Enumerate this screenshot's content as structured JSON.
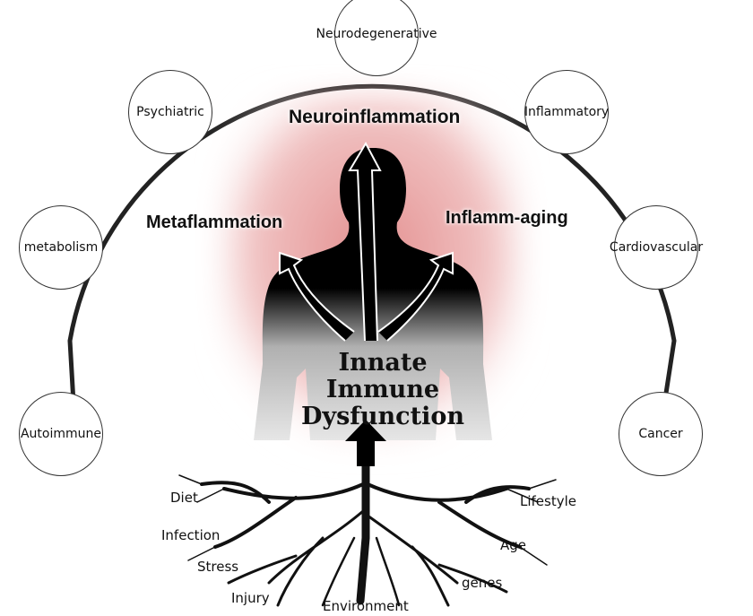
{
  "diseases": [
    "Neurodegenerative",
    "Psychiatric",
    "Inflammatory",
    "metabolism",
    "Cardiovascular",
    "Autoimmune",
    "Cancer"
  ],
  "pathways": {
    "top": "Neuroinflammation",
    "left": "Metaflammation",
    "right": "Inflamm-aging"
  },
  "core": [
    "Innate",
    "Immune",
    "Dysfunction"
  ],
  "roots": [
    "Diet",
    "Infection",
    "Stress",
    "Injury",
    "Environment",
    "genes",
    "Age",
    "Lifestyle"
  ],
  "colors": {
    "glow": "#e8a0a0",
    "arc": "#222222",
    "body": "#000000"
  }
}
